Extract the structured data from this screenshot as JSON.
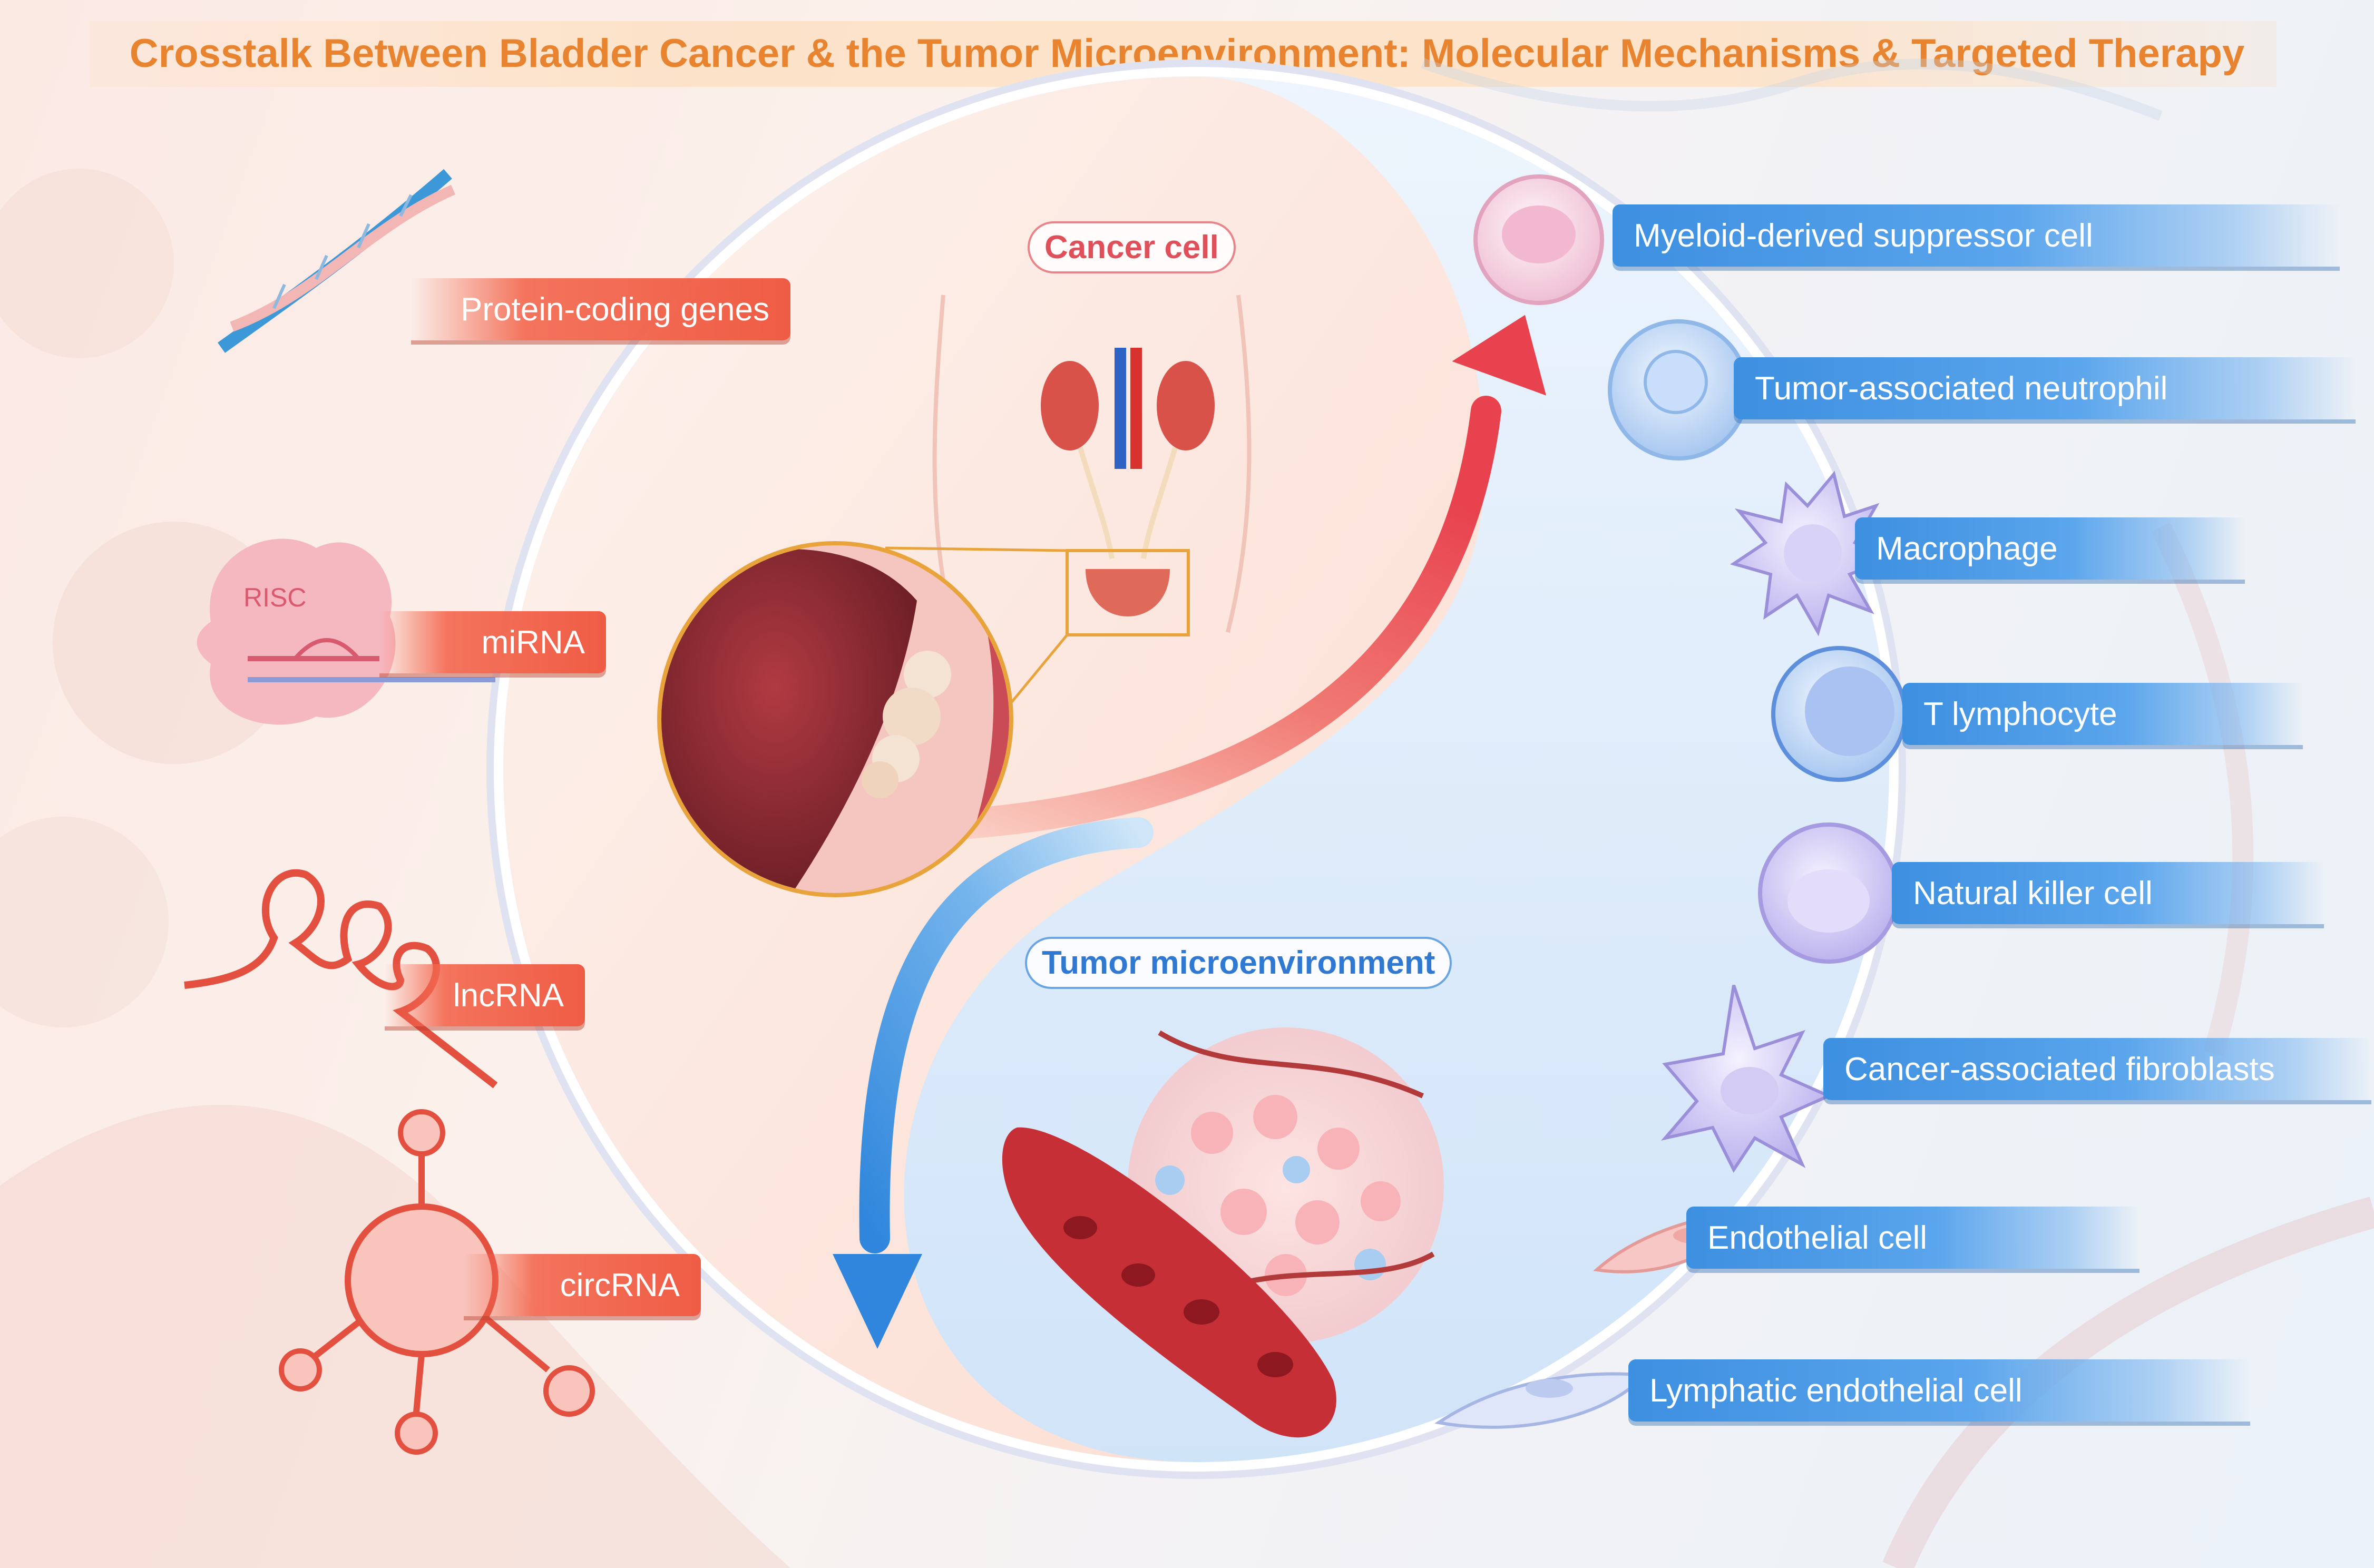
{
  "title": "Crosstalk Between Bladder Cancer & the Tumor Microenvironment: Molecular Mechanisms & Targeted Therapy",
  "center": {
    "cancer_cell_label": "Cancer cell",
    "tme_label": "Tumor microenvironment"
  },
  "left_items": [
    {
      "label": "Protein-coding genes",
      "icon": "dna-icon"
    },
    {
      "label": "miRNA",
      "icon": "risc-complex-icon",
      "sublabel": "RISC"
    },
    {
      "label": "lncRNA",
      "icon": "lncrna-hairpin-icon"
    },
    {
      "label": "circRNA",
      "icon": "circrna-icon"
    }
  ],
  "right_items": [
    {
      "label": "Myeloid-derived suppressor cell",
      "icon": "mdsc-cell-icon"
    },
    {
      "label": "Tumor-associated neutrophil",
      "icon": "neutrophil-cell-icon"
    },
    {
      "label": "Macrophage",
      "icon": "macrophage-cell-icon"
    },
    {
      "label": "T lymphocyte",
      "icon": "t-lymphocyte-icon"
    },
    {
      "label": "Natural killer cell",
      "icon": "nk-cell-icon"
    },
    {
      "label": "Cancer-associated fibroblasts",
      "icon": "fibroblast-icon"
    },
    {
      "label": "Endothelial cell",
      "icon": "endothelial-cell-icon"
    },
    {
      "label": "Lymphatic endothelial cell",
      "icon": "lymphatic-endothelial-cell-icon"
    }
  ],
  "colors": {
    "title": "#e8842f",
    "left_label": "#ef5c45",
    "right_label": "#4a9ae6",
    "cancer_arrow": "#e8424f",
    "tme_arrow": "#2f86dc"
  }
}
